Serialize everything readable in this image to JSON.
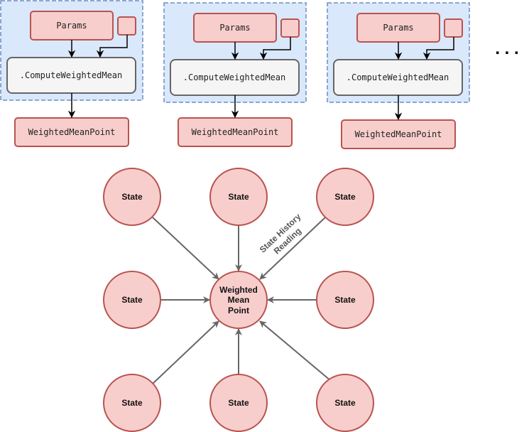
{
  "colors": {
    "group_fill": "#dae8fc",
    "group_stroke": "#6c8ebf",
    "pink_fill": "#f8cecc",
    "pink_stroke": "#b85450",
    "method_fill": "#f5f5f5",
    "method_stroke": "#666666",
    "arrow": "#000000",
    "spoke": "#666666"
  },
  "pipelines": [
    {
      "params_label": "Params",
      "method_label": ".ComputeWeightedMean",
      "output_label": "WeightedMeanPoint"
    },
    {
      "params_label": "Params",
      "method_label": ".ComputeWeightedMean",
      "output_label": "WeightedMeanPoint"
    },
    {
      "params_label": "Params",
      "method_label": ".ComputeWeightedMean",
      "output_label": "WeightedMeanPoint"
    }
  ],
  "ellipsis": ". . .",
  "hub": {
    "lines": [
      "Weighted",
      "Mean",
      "Point"
    ]
  },
  "states": [
    {
      "label": "State"
    },
    {
      "label": "State"
    },
    {
      "label": "State"
    },
    {
      "label": "State"
    },
    {
      "label": "State"
    },
    {
      "label": "State"
    },
    {
      "label": "State"
    },
    {
      "label": "State"
    }
  ],
  "edge_note": {
    "lines": [
      "State History",
      "Reading"
    ]
  }
}
